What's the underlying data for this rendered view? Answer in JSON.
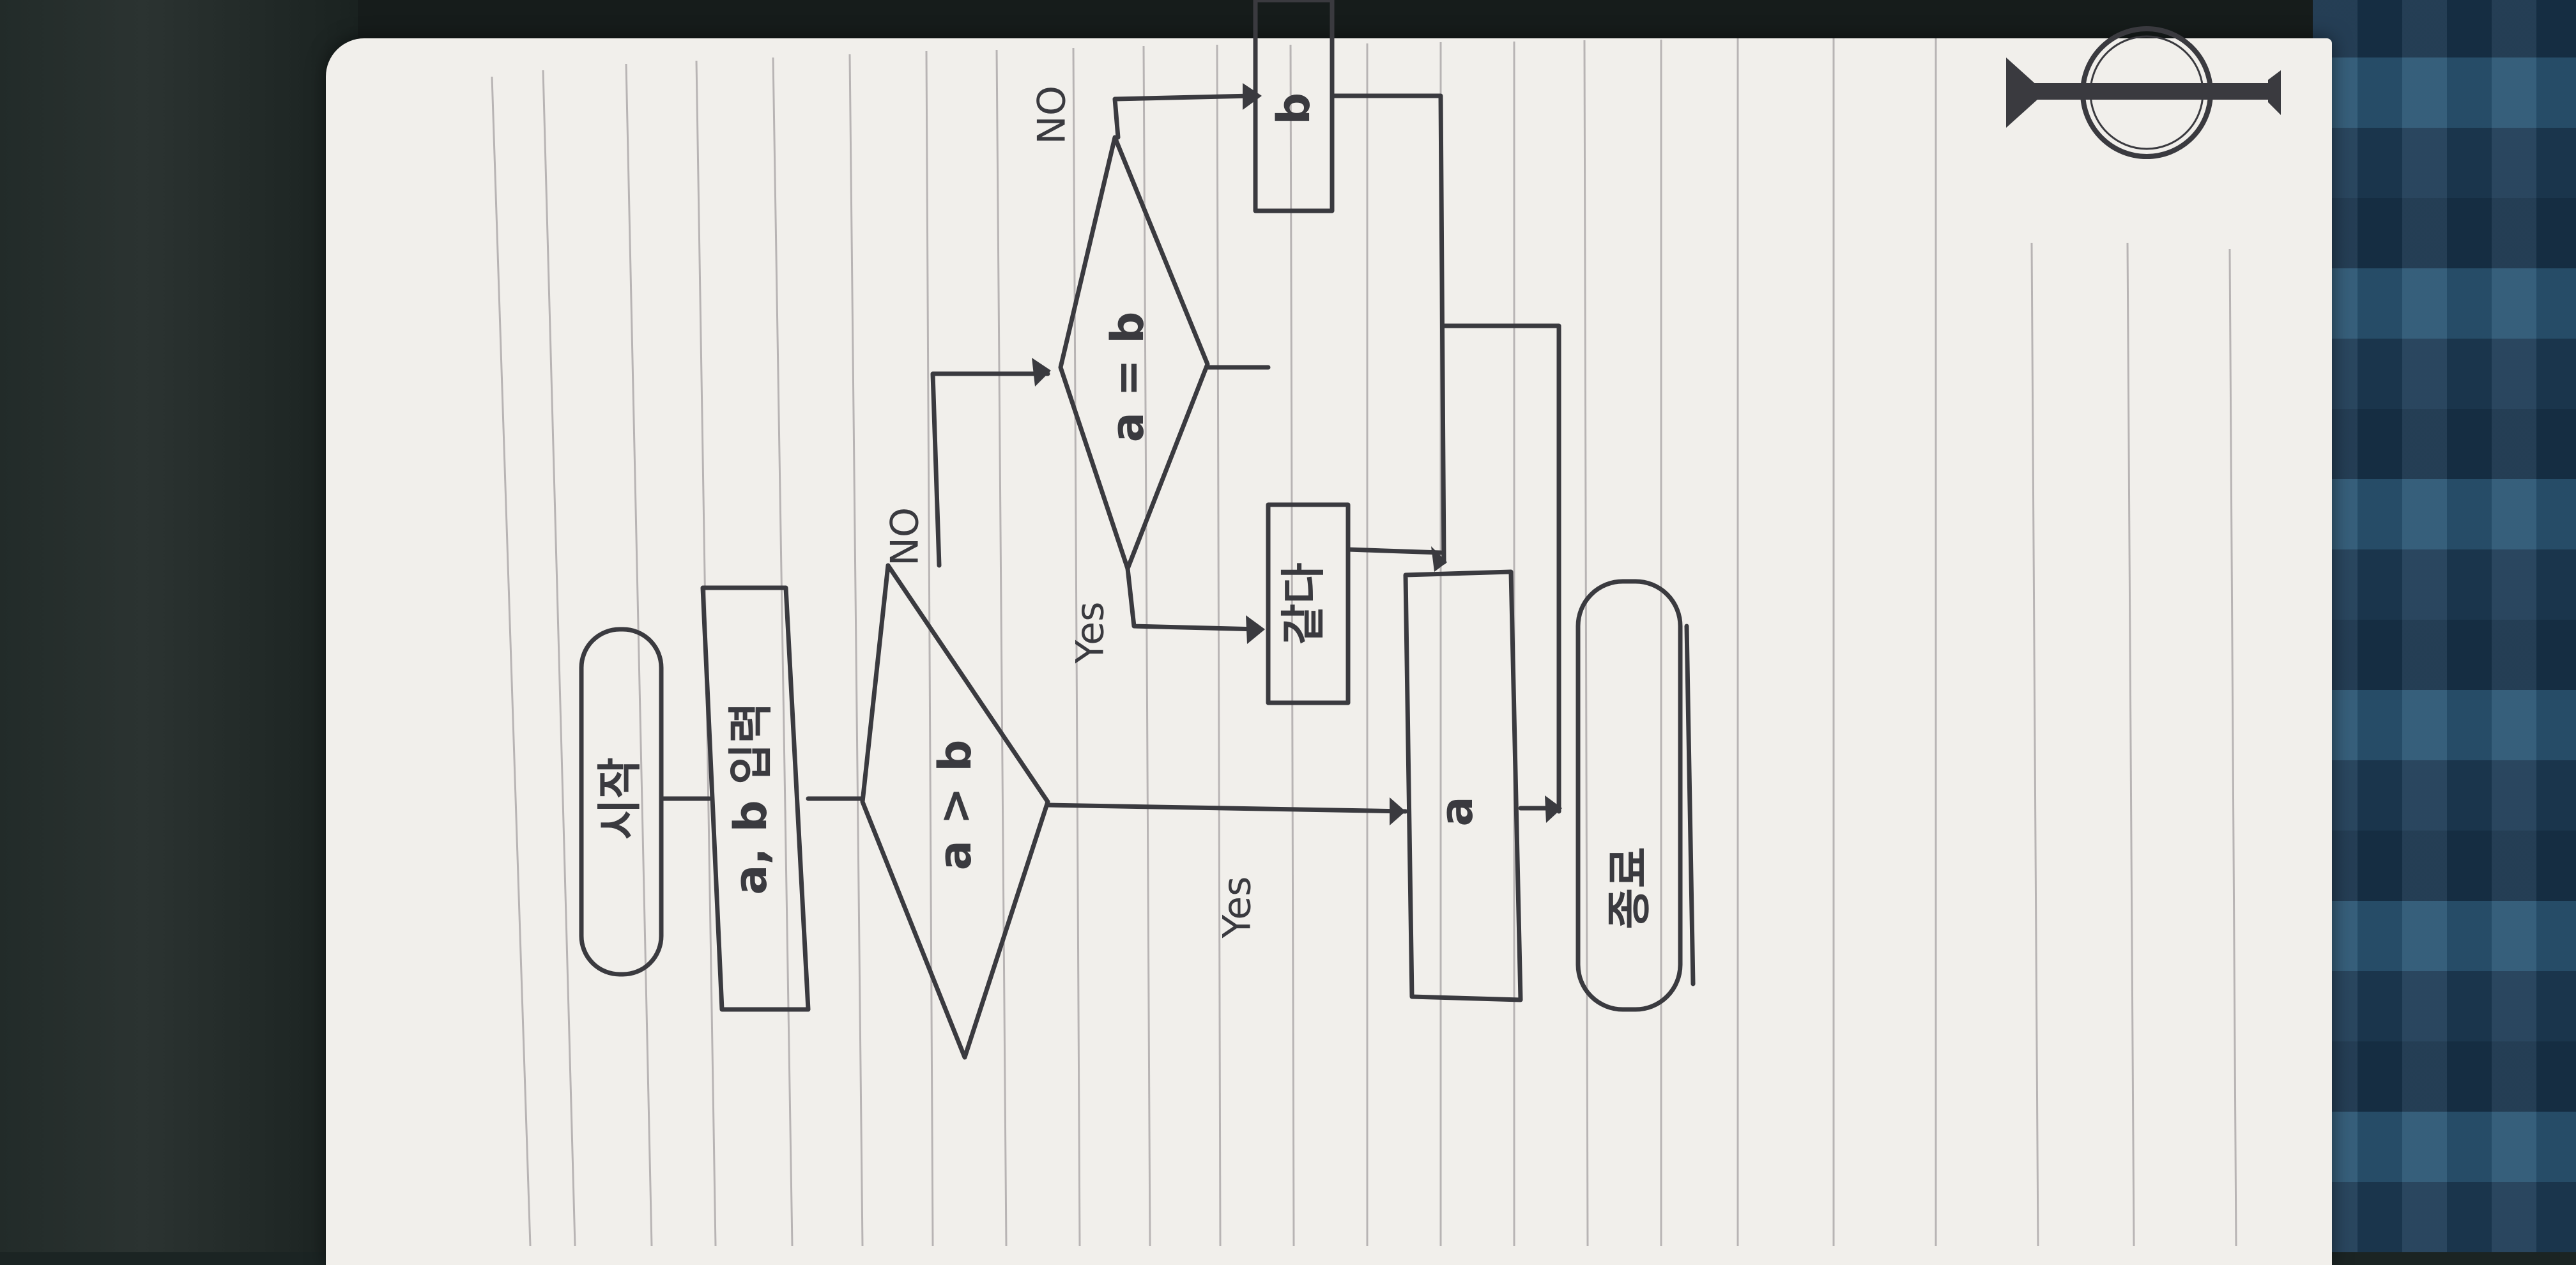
{
  "flowchart": {
    "start": "시작",
    "input": "a, b 입력",
    "decision_1": "a > b",
    "decision_2": "a = b",
    "process_equal": "같다",
    "process_a": "a",
    "process_b": "b",
    "end": "종료",
    "label_yes_1": "Yes",
    "label_no_1": "NO",
    "label_yes_2": "Yes",
    "label_no_2": "NO"
  },
  "colors": {
    "ink": "#3a3a3f",
    "paper": "#f1efeb",
    "rule_line": "#b8b4b4"
  },
  "decorations": [
    "logo-mark",
    "ruled-lines"
  ]
}
